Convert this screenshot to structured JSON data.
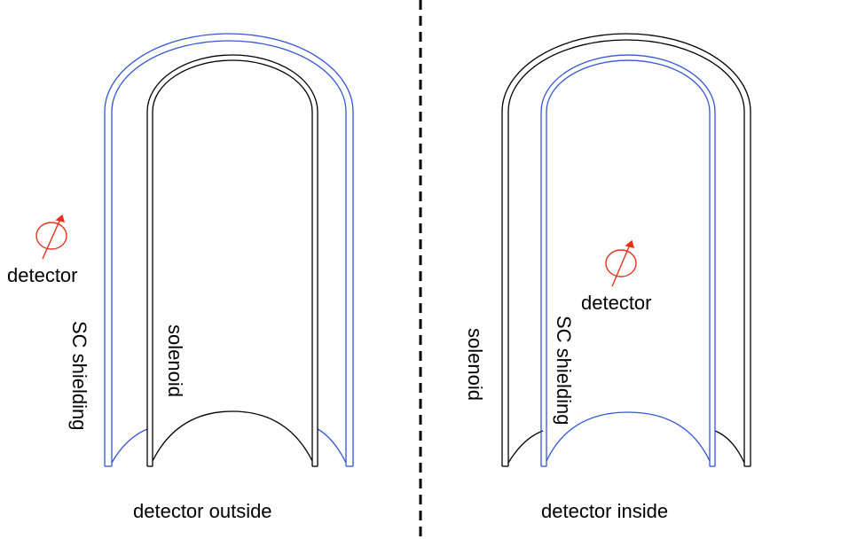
{
  "left_panel": {
    "caption": "detector outside",
    "detector_label": "detector",
    "shield_label": "SC shielding",
    "solenoid_label": "solenoid"
  },
  "right_panel": {
    "caption": "detector inside",
    "detector_label": "detector",
    "shield_label": "SC shielding",
    "solenoid_label": "solenoid"
  },
  "colors": {
    "shield": "#3355dd",
    "solenoid": "#000000",
    "detector": "#e8311a",
    "divider": "#000000"
  }
}
